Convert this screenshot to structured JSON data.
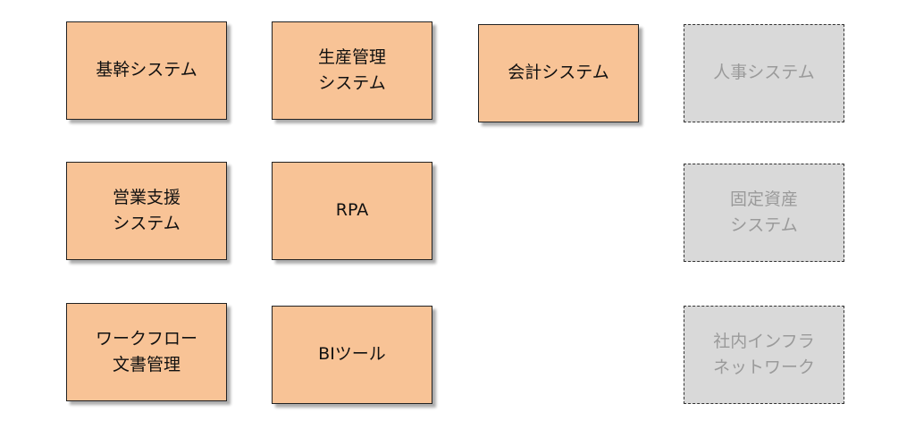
{
  "systems": {
    "kikan": {
      "label": "基幹システム"
    },
    "seisan": {
      "label": "生産管理\nシステム"
    },
    "kaikei": {
      "label": "会計システム"
    },
    "jinji": {
      "label": "人事システム"
    },
    "eigyo": {
      "label": "営業支援\nシステム"
    },
    "rpa": {
      "label": "RPA"
    },
    "kotei": {
      "label": "固定資産\nシステム"
    },
    "workflow": {
      "label": "ワークフロー\n文書管理"
    },
    "bi": {
      "label": "BIツール"
    },
    "infra": {
      "label": "社内インフラ\nネットワーク"
    }
  },
  "colors": {
    "active_fill": "#f8c396",
    "inactive_fill": "#d9d9d9",
    "inactive_text": "#9a9a9a"
  }
}
